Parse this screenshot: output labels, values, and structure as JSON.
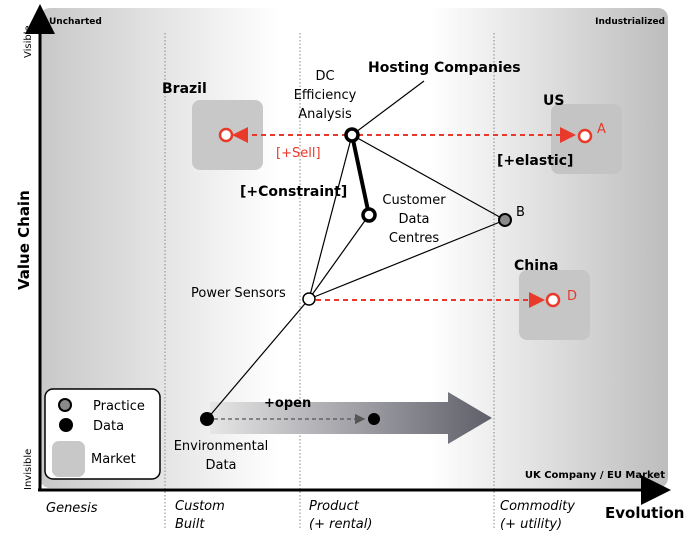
{
  "map": {
    "corner_labels": {
      "top_left": "Uncharted",
      "top_right": "Industrialized",
      "bottom_right": "UK Company / EU Market"
    },
    "y_axis": {
      "label": "Value Chain",
      "top": "Visible",
      "bottom": "Invisible"
    },
    "x_axis": {
      "label": "Evolution",
      "stages": [
        {
          "line1": "Genesis",
          "line2": ""
        },
        {
          "line1": "Custom",
          "line2": "Built"
        },
        {
          "line1": "Product",
          "line2": "(+ rental)"
        },
        {
          "line1": "Commodity",
          "line2": "(+ utility)"
        }
      ]
    },
    "markets": [
      {
        "name": "Brazil"
      },
      {
        "name": "US",
        "point": "A"
      },
      {
        "name": "China",
        "point": "D"
      }
    ],
    "components": {
      "hosting": "Hosting Companies",
      "dc_line1": "DC",
      "dc_line2": "Efficiency",
      "dc_line3": "Analysis",
      "cdc_line1": "Customer",
      "cdc_line2": "Data",
      "cdc_line3": "Centres",
      "power": "Power Sensors",
      "env_line1": "Environmental",
      "env_line2": "Data",
      "b_label": "B"
    },
    "annotations": {
      "sell": "[+Sell]",
      "elastic": "[+elastic]",
      "constraint": "[+Constraint]",
      "open": "+open"
    },
    "legend": {
      "practice": "Practice",
      "data": "Data",
      "market": "Market"
    },
    "colors": {
      "red": "#e8392a",
      "practice_fill": "#8a8a8a",
      "market_fill": "#c8c8c8",
      "axis": "#000000"
    }
  }
}
